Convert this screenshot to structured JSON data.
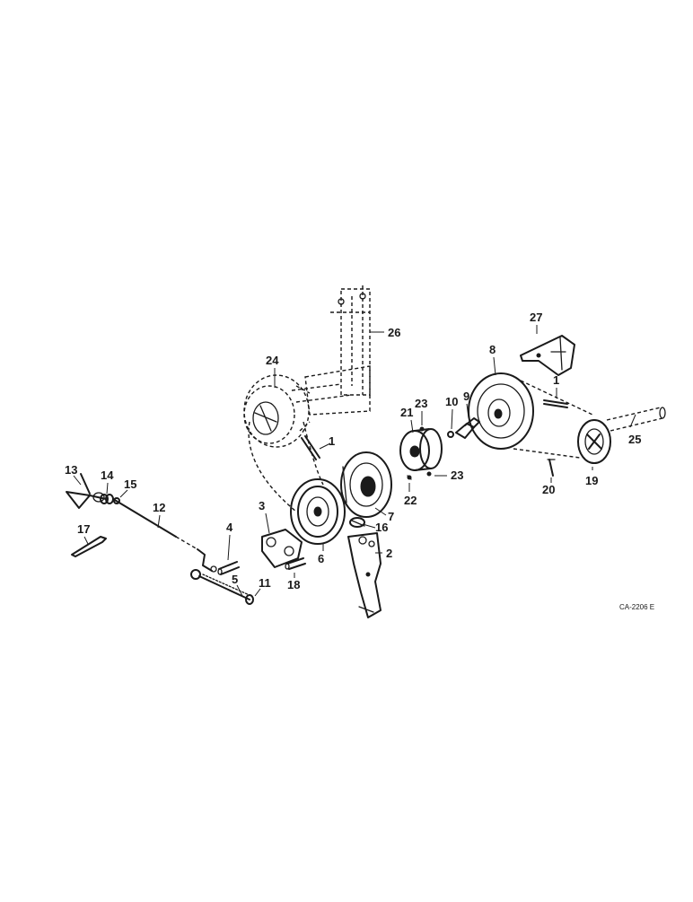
{
  "figure": {
    "reference_code": "CA-2206 E"
  },
  "callouts": [
    {
      "id": "c26",
      "label": "26"
    },
    {
      "id": "c27",
      "label": "27"
    },
    {
      "id": "c24",
      "label": "24"
    },
    {
      "id": "c8",
      "label": "8"
    },
    {
      "id": "c1a",
      "label": "1"
    },
    {
      "id": "c1b",
      "label": "1"
    },
    {
      "id": "c23a",
      "label": "23"
    },
    {
      "id": "c23b",
      "label": "23"
    },
    {
      "id": "c21",
      "label": "21"
    },
    {
      "id": "c10",
      "label": "10"
    },
    {
      "id": "c9",
      "label": "9"
    },
    {
      "id": "c25",
      "label": "25"
    },
    {
      "id": "c19",
      "label": "19"
    },
    {
      "id": "c20",
      "label": "20"
    },
    {
      "id": "c22",
      "label": "22"
    },
    {
      "id": "c7",
      "label": "7"
    },
    {
      "id": "c16",
      "label": "16"
    },
    {
      "id": "c2",
      "label": "2"
    },
    {
      "id": "c6",
      "label": "6"
    },
    {
      "id": "c3",
      "label": "3"
    },
    {
      "id": "c18",
      "label": "18"
    },
    {
      "id": "c4",
      "label": "4"
    },
    {
      "id": "c5",
      "label": "5"
    },
    {
      "id": "c11",
      "label": "11"
    },
    {
      "id": "c12",
      "label": "12"
    },
    {
      "id": "c13",
      "label": "13"
    },
    {
      "id": "c14",
      "label": "14"
    },
    {
      "id": "c15",
      "label": "15"
    },
    {
      "id": "c17",
      "label": "17"
    }
  ]
}
